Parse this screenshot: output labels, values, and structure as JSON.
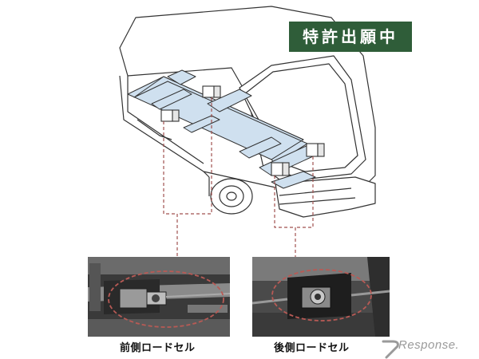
{
  "badge": {
    "text": "特許出願中",
    "background": "#2f5d39",
    "color": "#ffffff"
  },
  "captions": {
    "front": "前側ロードセル",
    "rear": "後側ロードセル"
  },
  "logo": {
    "text": "Response."
  },
  "colors": {
    "outline": "#333333",
    "frame_fill": "#cfe0ef",
    "leader": "#a0524f",
    "ellipse": "#b85a55"
  },
  "icons": {
    "truck": "truck-chassis-illustration",
    "front_photo": "front-load-cell-photo",
    "rear_photo": "rear-load-cell-photo"
  }
}
